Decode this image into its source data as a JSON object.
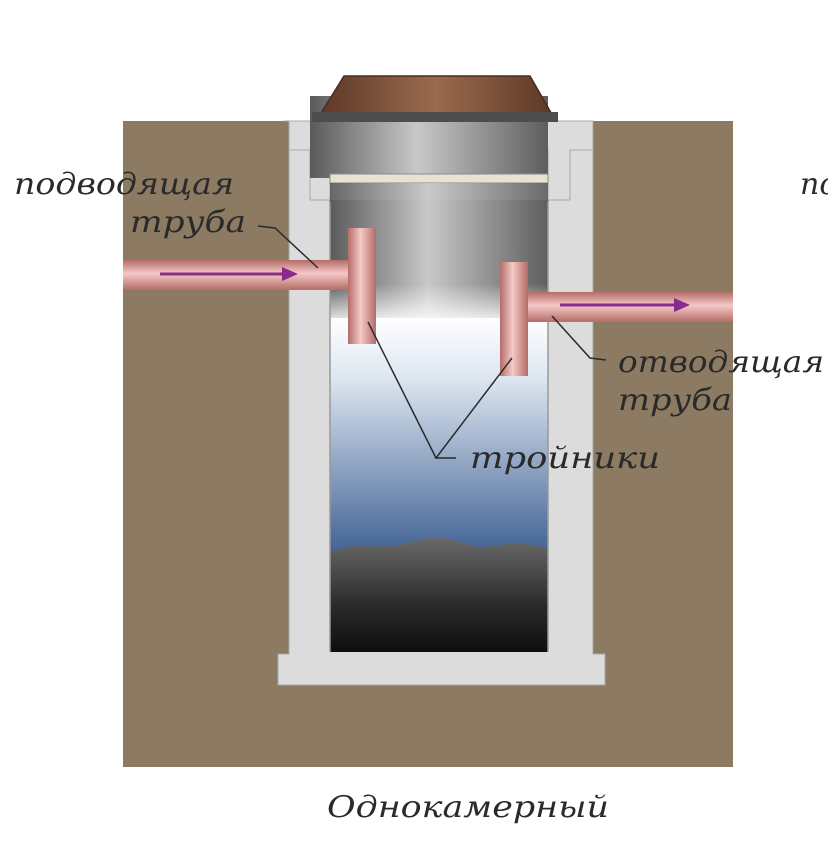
{
  "labels": {
    "inlet_line1": "подводящая",
    "inlet_line2": "труба",
    "inlet_cut": "по",
    "outlet_line1": "отводящая",
    "outlet_line2": "труба",
    "tees": "тройники",
    "caption": "Однокамерный"
  },
  "colors": {
    "soil": "#8c7a63",
    "concrete": "#dcdcdc",
    "lid": "#7a4f38",
    "pipe": "#e0a8a4",
    "flow_arrow": "#8a2a8c",
    "water_top": "#ffffff",
    "water_bottom": "#3d5f91",
    "sludge": "#1a1a1a"
  },
  "icons": {
    "flow": "arrow-right-icon"
  }
}
